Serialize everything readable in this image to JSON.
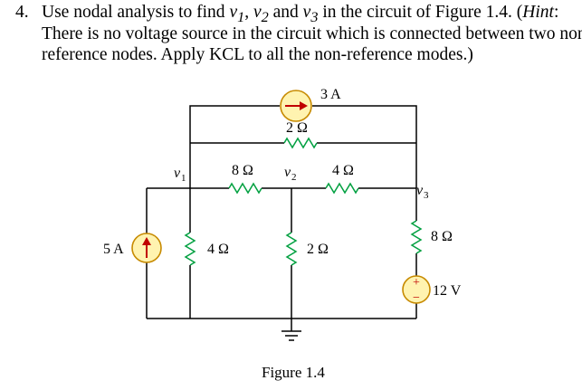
{
  "problem": {
    "number": "4.",
    "line1_a": "Use nodal analysis to find ",
    "v1": "v",
    "v1_sub": "1",
    "comma1": ", ",
    "v2": "v",
    "v2_sub": "2",
    "and": " and ",
    "v3": "v",
    "v3_sub": "3",
    "line1_b": " in the circuit of Figure 1.4. (",
    "hint": "Hint",
    "line1_c": ":",
    "line2": "There is no voltage source in the circuit which is connected between two non-",
    "line3": "reference nodes. Apply KCL to all the non-reference modes.)"
  },
  "circuit": {
    "source_5a": "5 A",
    "source_3a": "3 A",
    "source_12v": "12 V",
    "r_top_2ohm": "2 Ω",
    "r_8ohm_mid": "8 Ω",
    "r_4ohm_mid": "4 Ω",
    "r_4ohm_left": "4 Ω",
    "r_2ohm_center": "2 Ω",
    "r_8ohm_right": "8 Ω",
    "node_v1": "v",
    "node_v1_sub": "1",
    "node_v2": "v",
    "node_v2_sub": "2",
    "node_v3": "v",
    "node_v3_sub": "3",
    "plus": "+",
    "minus": "−",
    "caption": "Figure 1.4"
  }
}
